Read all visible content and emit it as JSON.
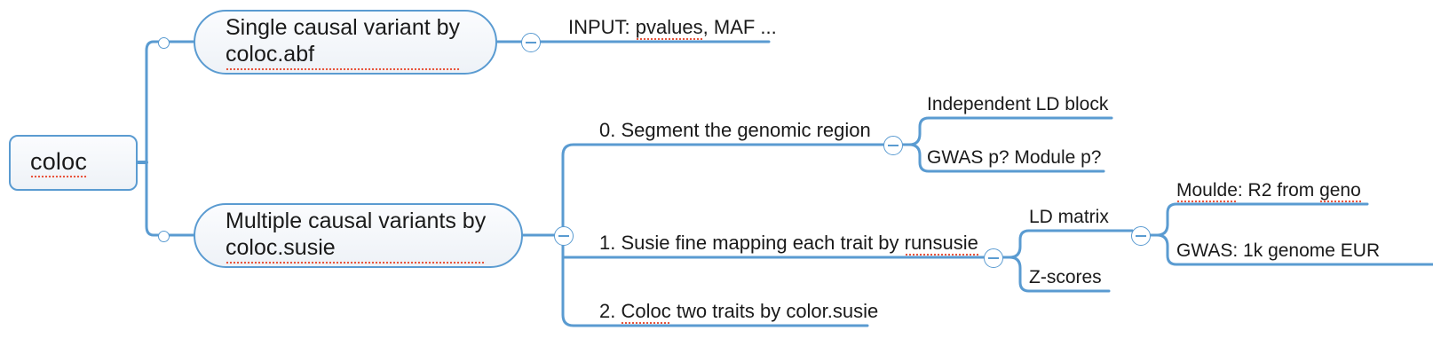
{
  "diagram": {
    "type": "mind-map",
    "accent_color": "#5a9bd1",
    "node_fill": "#f2f5f9",
    "text_color": "#1a1a1a",
    "spellcheck_color": "#e8553d"
  },
  "root": {
    "label": "coloc",
    "misspelled": "coloc"
  },
  "branches": [
    {
      "id": "abf",
      "label_line1": "Single causal variant by",
      "label_line2": "coloc.abf",
      "misspelled": "coloc.abf",
      "children": [
        {
          "id": "abf-input",
          "label": "INPUT: pvalues, MAF ...",
          "misspelled": "pvalues"
        }
      ]
    },
    {
      "id": "susie",
      "label_line1": "Multiple causal variants by",
      "label_line2": "coloc.susie",
      "misspelled": "coloc.susie",
      "children": [
        {
          "id": "step0",
          "label": "0. Segment the genomic region",
          "children": [
            {
              "id": "ld-block",
              "label": "Independent LD block"
            },
            {
              "id": "gwas-module-p",
              "label": "GWAS p? Module p?"
            }
          ]
        },
        {
          "id": "step1",
          "label": "1. Susie fine mapping each trait by runsusie",
          "misspelled": "runsusie",
          "children": [
            {
              "id": "ld-matrix",
              "label": "LD matrix",
              "children": [
                {
                  "id": "moulde-r2",
                  "label": "Moulde: R2 from geno",
                  "misspelled": "Moulde, geno"
                },
                {
                  "id": "gwas-1k",
                  "label": "GWAS: 1k genome EUR"
                }
              ]
            },
            {
              "id": "z-scores",
              "label": "Z-scores"
            }
          ]
        },
        {
          "id": "step2",
          "label": "2. Coloc two traits by color.susie",
          "misspelled": "Coloc"
        }
      ]
    }
  ],
  "toggles": {
    "abf_collapse": "−",
    "susie_collapse": "−",
    "step0_collapse": "−",
    "step1_collapse": "−",
    "ld_matrix_collapse": "−"
  }
}
